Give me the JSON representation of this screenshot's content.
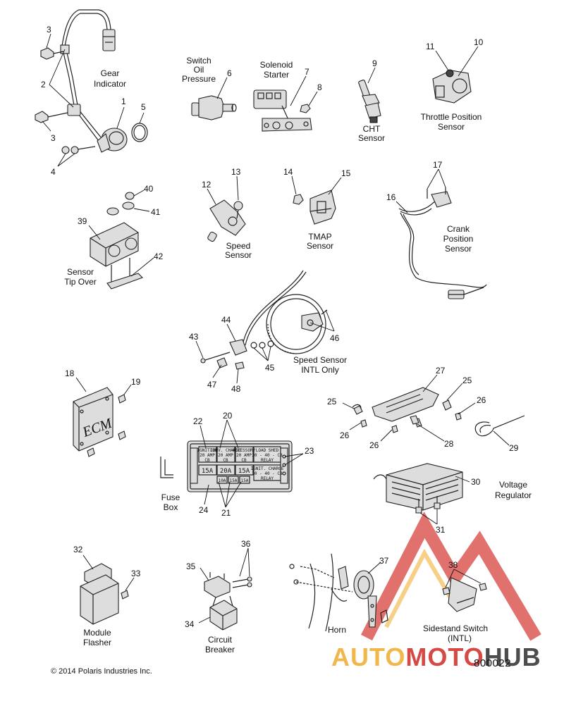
{
  "labels": {
    "gear_indicator": [
      "Gear",
      "Indicator"
    ],
    "switch_oil_pressure": [
      "Switch",
      "Oil",
      "Pressure"
    ],
    "solenoid_starter": [
      "Solenoid",
      "Starter"
    ],
    "cht_sensor": [
      "CHT",
      "Sensor"
    ],
    "throttle_position_sensor": [
      "Throttle Position",
      "Sensor"
    ],
    "speed_sensor": [
      "Speed",
      "Sensor"
    ],
    "tmap_sensor": [
      "TMAP",
      "Sensor"
    ],
    "crank_position_sensor": [
      "Crank",
      "Position",
      "Sensor"
    ],
    "sensor_tip_over": [
      "Sensor",
      "Tip Over"
    ],
    "speed_sensor_intl": [
      "Speed Sensor",
      "INTL Only"
    ],
    "voltage_regulator": [
      "Voltage",
      "Regulator"
    ],
    "fuse_box": [
      "Fuse",
      "Box"
    ],
    "module_flasher": [
      "Module",
      "Flasher"
    ],
    "circuit_breaker": [
      "Circuit",
      "Breaker"
    ],
    "horn": "Horn",
    "sidestand_switch": [
      "Sidestand Switch",
      "(INTL)"
    ],
    "ecm": "ECM"
  },
  "callouts": [
    "1",
    "2",
    "3",
    "3",
    "4",
    "5",
    "6",
    "7",
    "8",
    "9",
    "10",
    "11",
    "12",
    "13",
    "14",
    "15",
    "16",
    "17",
    "18",
    "19",
    "20",
    "21",
    "22",
    "23",
    "24",
    "25",
    "25",
    "26",
    "26",
    "26",
    "27",
    "28",
    "29",
    "30",
    "31",
    "32",
    "33",
    "34",
    "35",
    "36",
    "37",
    "38",
    "39",
    "40",
    "41",
    "42",
    "43",
    "44",
    "45",
    "46",
    "47",
    "48"
  ],
  "fuse_box": {
    "top_row": [
      [
        "IGNITION",
        "20 AMP",
        "CB"
      ],
      [
        "CONV. CHARGE",
        "20 AMP",
        "CB"
      ],
      [
        "ACCESSORY",
        "20 AMP",
        "CB"
      ],
      [
        "LOAD SHED",
        "30 - 40 - CB",
        "RELAY"
      ]
    ],
    "bottom_row": [
      "15A",
      "20A",
      "15A"
    ],
    "bottom_small": "10A",
    "bottom_sub": [
      "15A",
      "15A"
    ],
    "bottom_relay": [
      "IGNIT. CHARGE",
      "30 - 40 - CB",
      "RELAY"
    ]
  },
  "copyright": "© 2014 Polaris Industries Inc.",
  "figure_number": "800022",
  "watermark": {
    "part1": "AUTO",
    "part2": "MOTO",
    "part3": "HUB",
    "colors": {
      "orange": "#f2b74a",
      "red": "#d64a46",
      "gray": "#4d4d4d"
    }
  }
}
